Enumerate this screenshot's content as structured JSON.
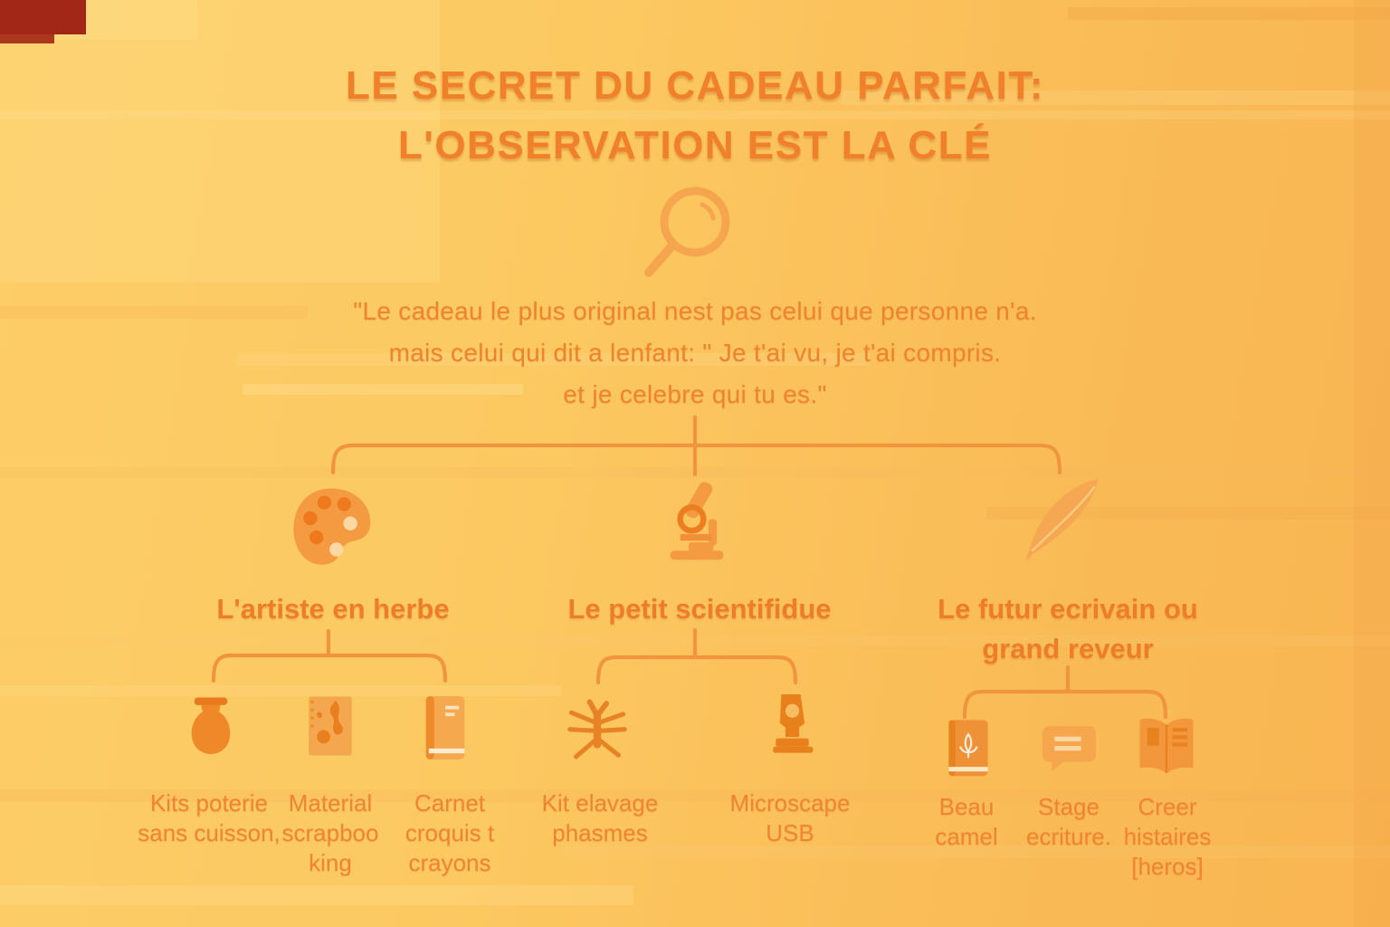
{
  "header": {
    "title_line1": "LE SECRET DU CADEAU PARFAIT:",
    "title_line2": "L'OBSERVATION EST LA CLÉ",
    "icon": "magnifier-icon"
  },
  "quote": {
    "line1": "\"Le cadeau le plus original nest pas celui que personne n'a.",
    "line2": "mais celui qui dit a lenfant: \" Je t'ai vu, je t'ai compris.",
    "line3": "et je celebre qui tu es.\""
  },
  "branches": [
    {
      "icon": "palette-icon",
      "label": "L'artiste en herbe",
      "items": [
        {
          "icon": "pottery-vase-icon",
          "label": "Kits poterie\nsans cuisson,"
        },
        {
          "icon": "scrapbook-icon",
          "label": "Material\nscrapboo\nking"
        },
        {
          "icon": "sketchbook-icon",
          "label": "Carnet\ncroquis t\ncrayons"
        }
      ]
    },
    {
      "icon": "microscope-icon",
      "label": "Le petit scientifidue",
      "items": [
        {
          "icon": "stick-insect-icon",
          "label": "Kit elavage\nphasmes"
        },
        {
          "icon": "usb-microscope-icon",
          "label": "Microscape\nUSB"
        }
      ]
    },
    {
      "icon": "feather-icon",
      "label": "Le futur ecrivain ou\ngrand reveur",
      "items": [
        {
          "icon": "fancy-notebook-icon",
          "label": "Beau\ncamel"
        },
        {
          "icon": "speech-bubble-icon",
          "label": "Stage\necriture."
        },
        {
          "icon": "open-book-icon",
          "label": "Creer\nhistaires\n[heros]"
        }
      ]
    }
  ],
  "colors": {
    "background_left": "#fdcd68",
    "background_right": "#f9b551",
    "text_orange": "#f0832d",
    "title_orange": "#f1802a",
    "icon_orange": "#f49b42",
    "icon_dark_orange": "#e8821f",
    "icon_cream": "#fcd9a2",
    "connector": "#f0953e",
    "corner_red": "#9e1d12"
  }
}
